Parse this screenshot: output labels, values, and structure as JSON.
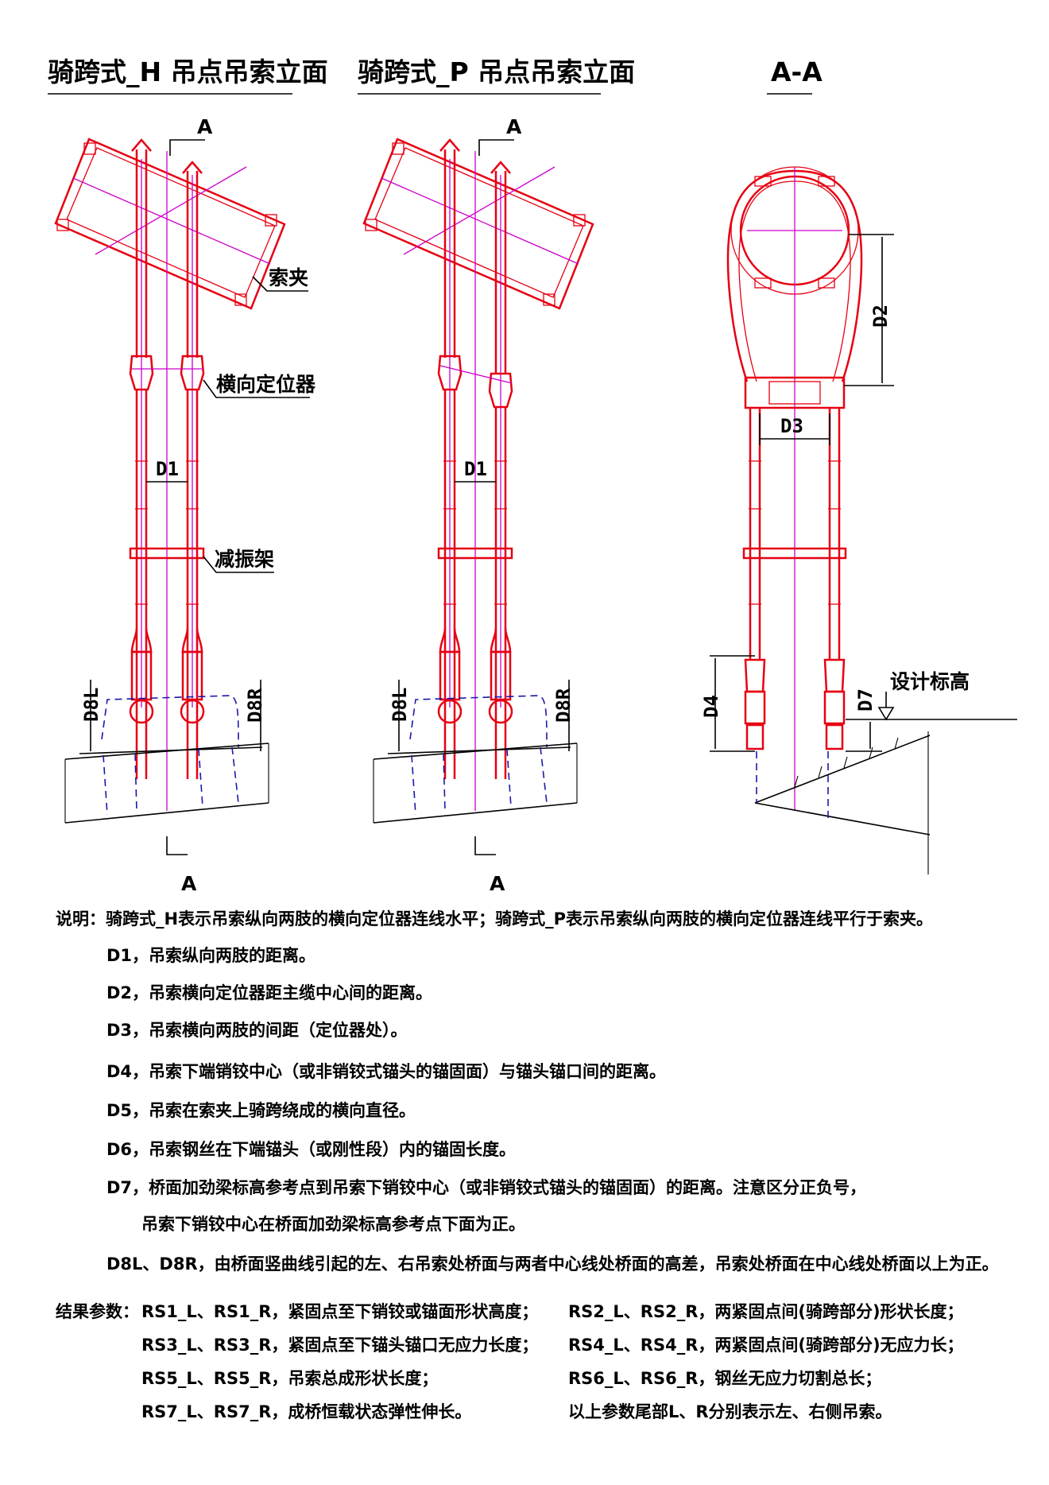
{
  "titles": {
    "h_elevation": "骑跨式_H 吊点吊索立面",
    "p_elevation": "骑跨式_P 吊点吊索立面",
    "section": "A-A"
  },
  "section_mark": "A",
  "labels": {
    "cable_clamp": "索夹",
    "lateral_positioner": "横向定位器",
    "damper_frame": "减振架",
    "design_elevation": "设计标高"
  },
  "dims": {
    "d1": "D1",
    "d2": "D2",
    "d3": "D3",
    "d4": "D4",
    "d7": "D7",
    "d8l": "D8L",
    "d8r": "D8R"
  },
  "notes": {
    "intro": "说明：骑跨式_H表示吊索纵向两肢的横向定位器连线水平；骑跨式_P表示吊索纵向两肢的横向定位器连线平行于索夹。",
    "d1": "D1，吊索纵向两肢的距离。",
    "d2": "D2，吊索横向定位器距主缆中心间的距离。",
    "d3": "D3，吊索横向两肢的间距（定位器处）。",
    "d4": "D4，吊索下端销铰中心（或非销铰式锚头的锚固面）与锚头锚口间的距离。",
    "d5": "D5，吊索在索夹上骑跨绕成的横向直径。",
    "d6": "D6，吊索钢丝在下端锚头（或刚性段）内的锚固长度。",
    "d7_line1": "D7，桥面加劲梁标高参考点到吊索下销铰中心（或非销铰式锚头的锚固面）的距离。注意区分正负号，",
    "d7_line2": "吊索下销铰中心在桥面加劲梁标高参考点下面为正。",
    "d8": "D8L、D8R，由桥面竖曲线引起的左、右吊索处桥面与两者中心线处桥面的高差，吊索处桥面在中心线处桥面以上为正。"
  },
  "results": {
    "label": "结果参数：",
    "rs1": "RS1_L、RS1_R，紧固点至下销铰或锚面形状高度；",
    "rs2": "RS2_L、RS2_R，两紧固点间(骑跨部分)形状长度；",
    "rs3": "RS3_L、RS3_R，紧固点至下锚头锚口无应力长度；",
    "rs4": "RS4_L、RS4_R，两紧固点间(骑跨部分)无应力长；",
    "rs5": "RS5_L、RS5_R，吊索总成形状长度；",
    "rs6": "RS6_L、RS6_R，钢丝无应力切割总长；",
    "rs7": "RS7_L、RS7_R，成桥恒载状态弹性伸长。",
    "suffix_note": "以上参数尾部L、R分别表示左、右侧吊索。"
  }
}
